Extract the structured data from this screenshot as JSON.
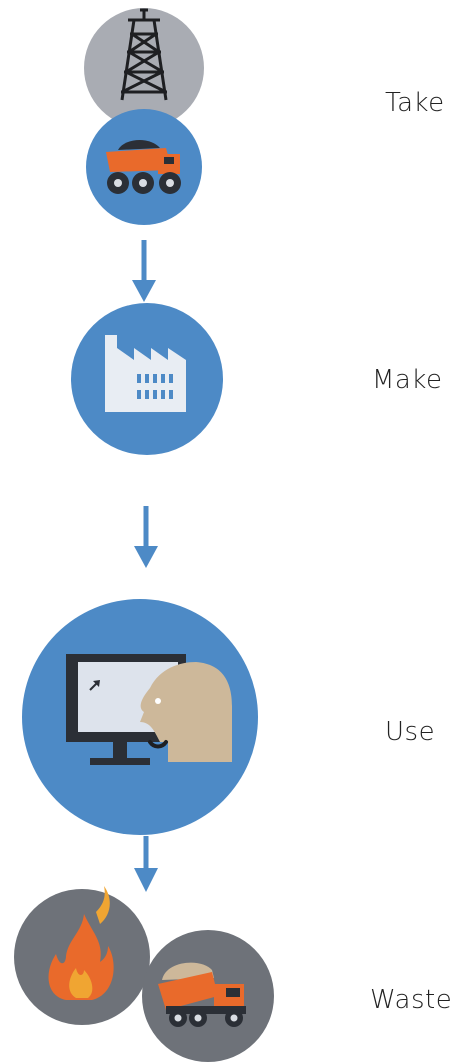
{
  "stages": [
    {
      "label": "Take"
    },
    {
      "label": "Make"
    },
    {
      "label": "Use"
    },
    {
      "label": "Waste"
    }
  ],
  "colors": {
    "blue": "#4d8ac6",
    "grey": "#6e7279",
    "light_grey": "#a9acb3",
    "orange": "#e96a2b",
    "tan": "#cdb89a",
    "dark": "#2b2f36",
    "screen": "#dde3ec",
    "factory": "#e8edf3",
    "flame": "#f0a532"
  },
  "icons": {
    "take": [
      "oil-derrick-icon",
      "mining-truck-icon"
    ],
    "make": [
      "factory-icon"
    ],
    "use": [
      "computer-user-icon"
    ],
    "waste": [
      "fire-icon",
      "dump-truck-icon"
    ]
  }
}
